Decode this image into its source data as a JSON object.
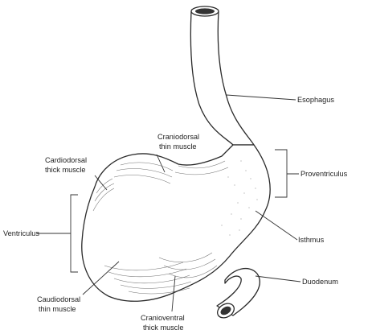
{
  "labels": {
    "esophagus": "Esophagus",
    "proventriculus": "Proventriculus",
    "isthmus": "Isthmus",
    "duodenum": "Duodenum",
    "ventriculus": "Ventriculus",
    "craniodorsal_1": "Craniodorsal",
    "craniodorsal_2": "thin muscle",
    "cardiodorsal_1": "Cardiodorsal",
    "cardiodorsal_2": "thick muscle",
    "caudiodorsal_1": "Caudiodorsal",
    "caudiodorsal_2": "thin muscle",
    "cranioventral_1": "Cranioventral",
    "cranioventral_2": "thick muscle"
  }
}
